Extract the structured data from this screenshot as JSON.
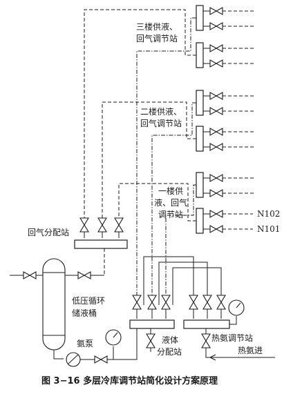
{
  "labels": {
    "station_3f": [
      "三楼供液、",
      "回气调节站"
    ],
    "station_2f": [
      "二楼供液、",
      "回气调节站"
    ],
    "station_1f": [
      "一楼供",
      "液、回气",
      "调节站"
    ],
    "n102": "N102",
    "n101": "N101",
    "return_header": "回气分配站",
    "vessel": [
      "低压循环",
      "储液桶"
    ],
    "pump": "氨泵",
    "liquid_station": [
      "液体",
      "分配站"
    ],
    "hot_gas_station": "热氨调节站",
    "hot_gas_in": "热氨进"
  },
  "caption": "图 3−16    多层冷库调节站简化设计方案原理"
}
